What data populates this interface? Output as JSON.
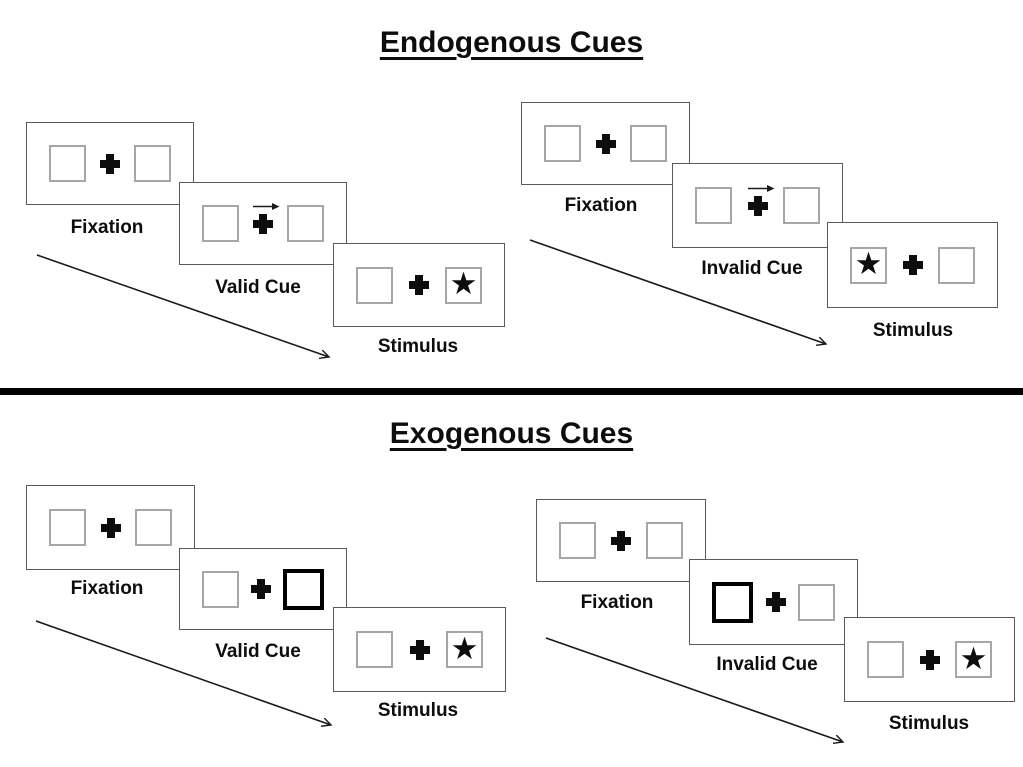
{
  "sections": [
    {
      "title": "Endogenous Cues",
      "cue_style": "central arrow above fixation cross",
      "sequences": [
        {
          "name": "valid",
          "cue": {
            "kind": "arrow",
            "direction": "right"
          },
          "stimulus_side": "right",
          "panels": [
            {
              "label": "Fixation"
            },
            {
              "label": "Valid Cue"
            },
            {
              "label": "Stimulus"
            }
          ]
        },
        {
          "name": "invalid",
          "cue": {
            "kind": "arrow",
            "direction": "right"
          },
          "stimulus_side": "left",
          "panels": [
            {
              "label": "Fixation"
            },
            {
              "label": "Invalid Cue"
            },
            {
              "label": "Stimulus"
            }
          ]
        }
      ]
    },
    {
      "title": "Exogenous Cues",
      "cue_style": "peripheral box brightening (bold outline)",
      "sequences": [
        {
          "name": "valid",
          "cue": {
            "kind": "bold-box",
            "side": "right"
          },
          "stimulus_side": "right",
          "panels": [
            {
              "label": "Fixation"
            },
            {
              "label": "Valid Cue"
            },
            {
              "label": "Stimulus"
            }
          ]
        },
        {
          "name": "invalid",
          "cue": {
            "kind": "bold-box",
            "side": "left"
          },
          "stimulus_side": "right",
          "panels": [
            {
              "label": "Fixation"
            },
            {
              "label": "Invalid Cue"
            },
            {
              "label": "Stimulus"
            }
          ]
        }
      ]
    }
  ],
  "symbols": {
    "fixation_cross": "+",
    "star": "★",
    "cue_arrow": "→"
  },
  "colors": {
    "background": "#ffffff",
    "ink": "#0d0d0d",
    "panel_border": "#595959",
    "box_border": "#a6a6a6",
    "bold_box_border": "#000000",
    "divider": "#000000"
  }
}
